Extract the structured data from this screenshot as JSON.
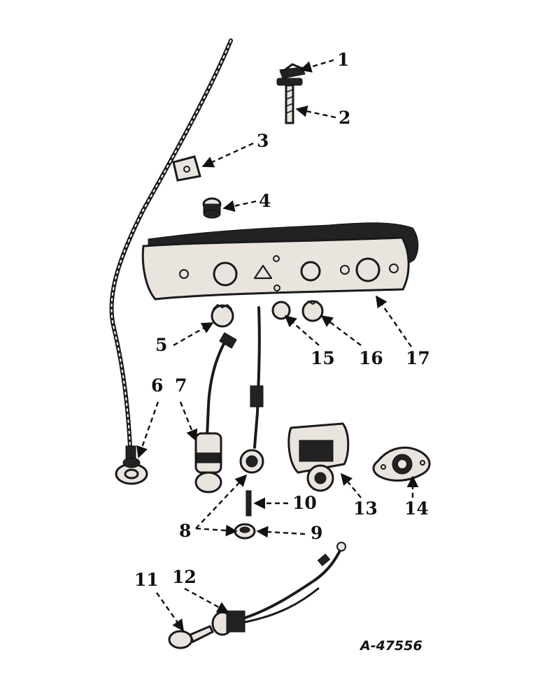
{
  "diagram": {
    "drawing_code": "A-47556",
    "callouts": [
      "1",
      "2",
      "3",
      "4",
      "5",
      "6",
      "7",
      "8",
      "9",
      "10",
      "11",
      "12",
      "13",
      "14",
      "15",
      "16",
      "17"
    ]
  }
}
